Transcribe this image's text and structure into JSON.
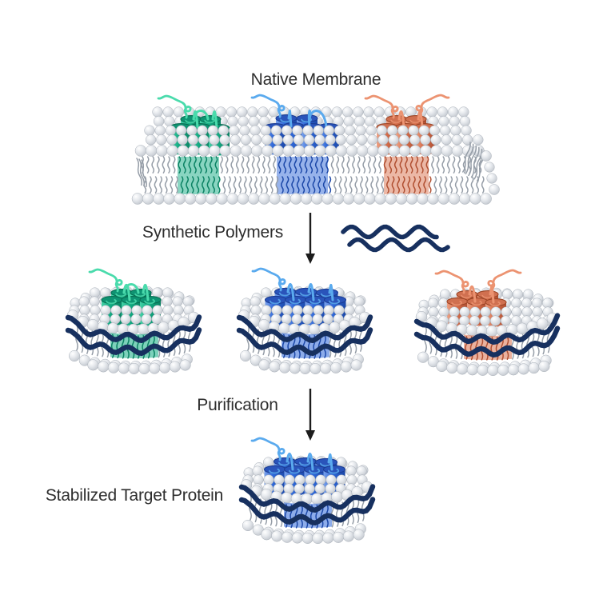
{
  "diagram": {
    "type": "process-flow",
    "labels": {
      "native_membrane": "Native Membrane",
      "synthetic_polymers": "Synthetic Polymers",
      "purification": "Purification",
      "stabilized_target_protein": "Stabilized Target Protein"
    },
    "steps": [
      {
        "id": "native-membrane",
        "label": "Native Membrane",
        "proteins": [
          "green",
          "blue",
          "orange"
        ]
      },
      {
        "id": "add-synthetic-polymers",
        "label": "Synthetic Polymers",
        "icons": [
          "down-arrow-icon",
          "polymer-waves-icon"
        ]
      },
      {
        "id": "solubilized-nanodiscs",
        "nanodiscs": [
          "green",
          "blue",
          "orange"
        ]
      },
      {
        "id": "purification",
        "label": "Purification",
        "icons": [
          "down-arrow-icon"
        ]
      },
      {
        "id": "stabilized-target-protein",
        "label": "Stabilized Target Protein",
        "nanodiscs": [
          "blue"
        ]
      }
    ],
    "colors": {
      "background": "#ffffff",
      "text": "#2e2e2e",
      "arrow": "#1c1c1c",
      "polymer_navy": "#17305f",
      "lipid_head_light": "#e7eaee",
      "lipid_head_dark": "#c3c8cf",
      "lipid_head_edge": "#a9b0b9",
      "lipid_tail": "#959da7",
      "protein_green": {
        "light": "#45d2a7",
        "base": "#13ac83",
        "dark": "#0b8263",
        "top": "#0e9372",
        "rim": "#076e52",
        "loop": "#4adbac"
      },
      "protein_blue": {
        "light": "#7aa2ec",
        "base": "#2f68d8",
        "dark": "#1c48a8",
        "top": "#2a54ba",
        "rim": "#1b3d94",
        "loop": "#5aaaee"
      },
      "protein_orange": {
        "light": "#eda184",
        "base": "#d9714e",
        "dark": "#b04f31",
        "top": "#d07050",
        "rim": "#9c4526",
        "loop": "#ec9371"
      }
    }
  }
}
